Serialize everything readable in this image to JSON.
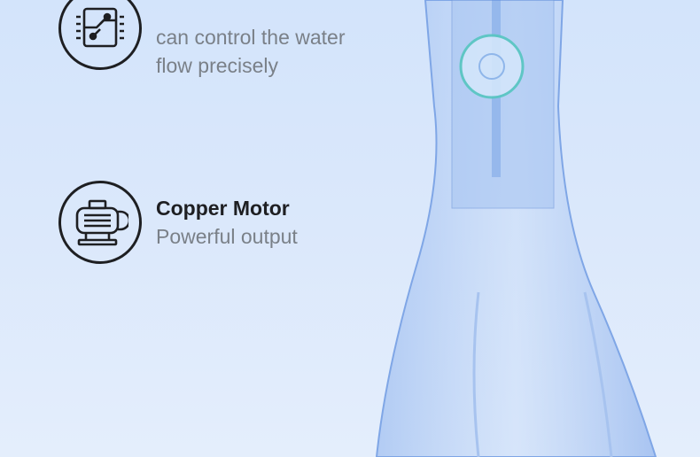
{
  "features": [
    {
      "icon": "circuit-board-icon",
      "desc_lines": [
        "can control the water",
        "flow precisely"
      ]
    },
    {
      "icon": "motor-icon",
      "title": "Copper Motor",
      "desc": "Powerful output"
    }
  ]
}
